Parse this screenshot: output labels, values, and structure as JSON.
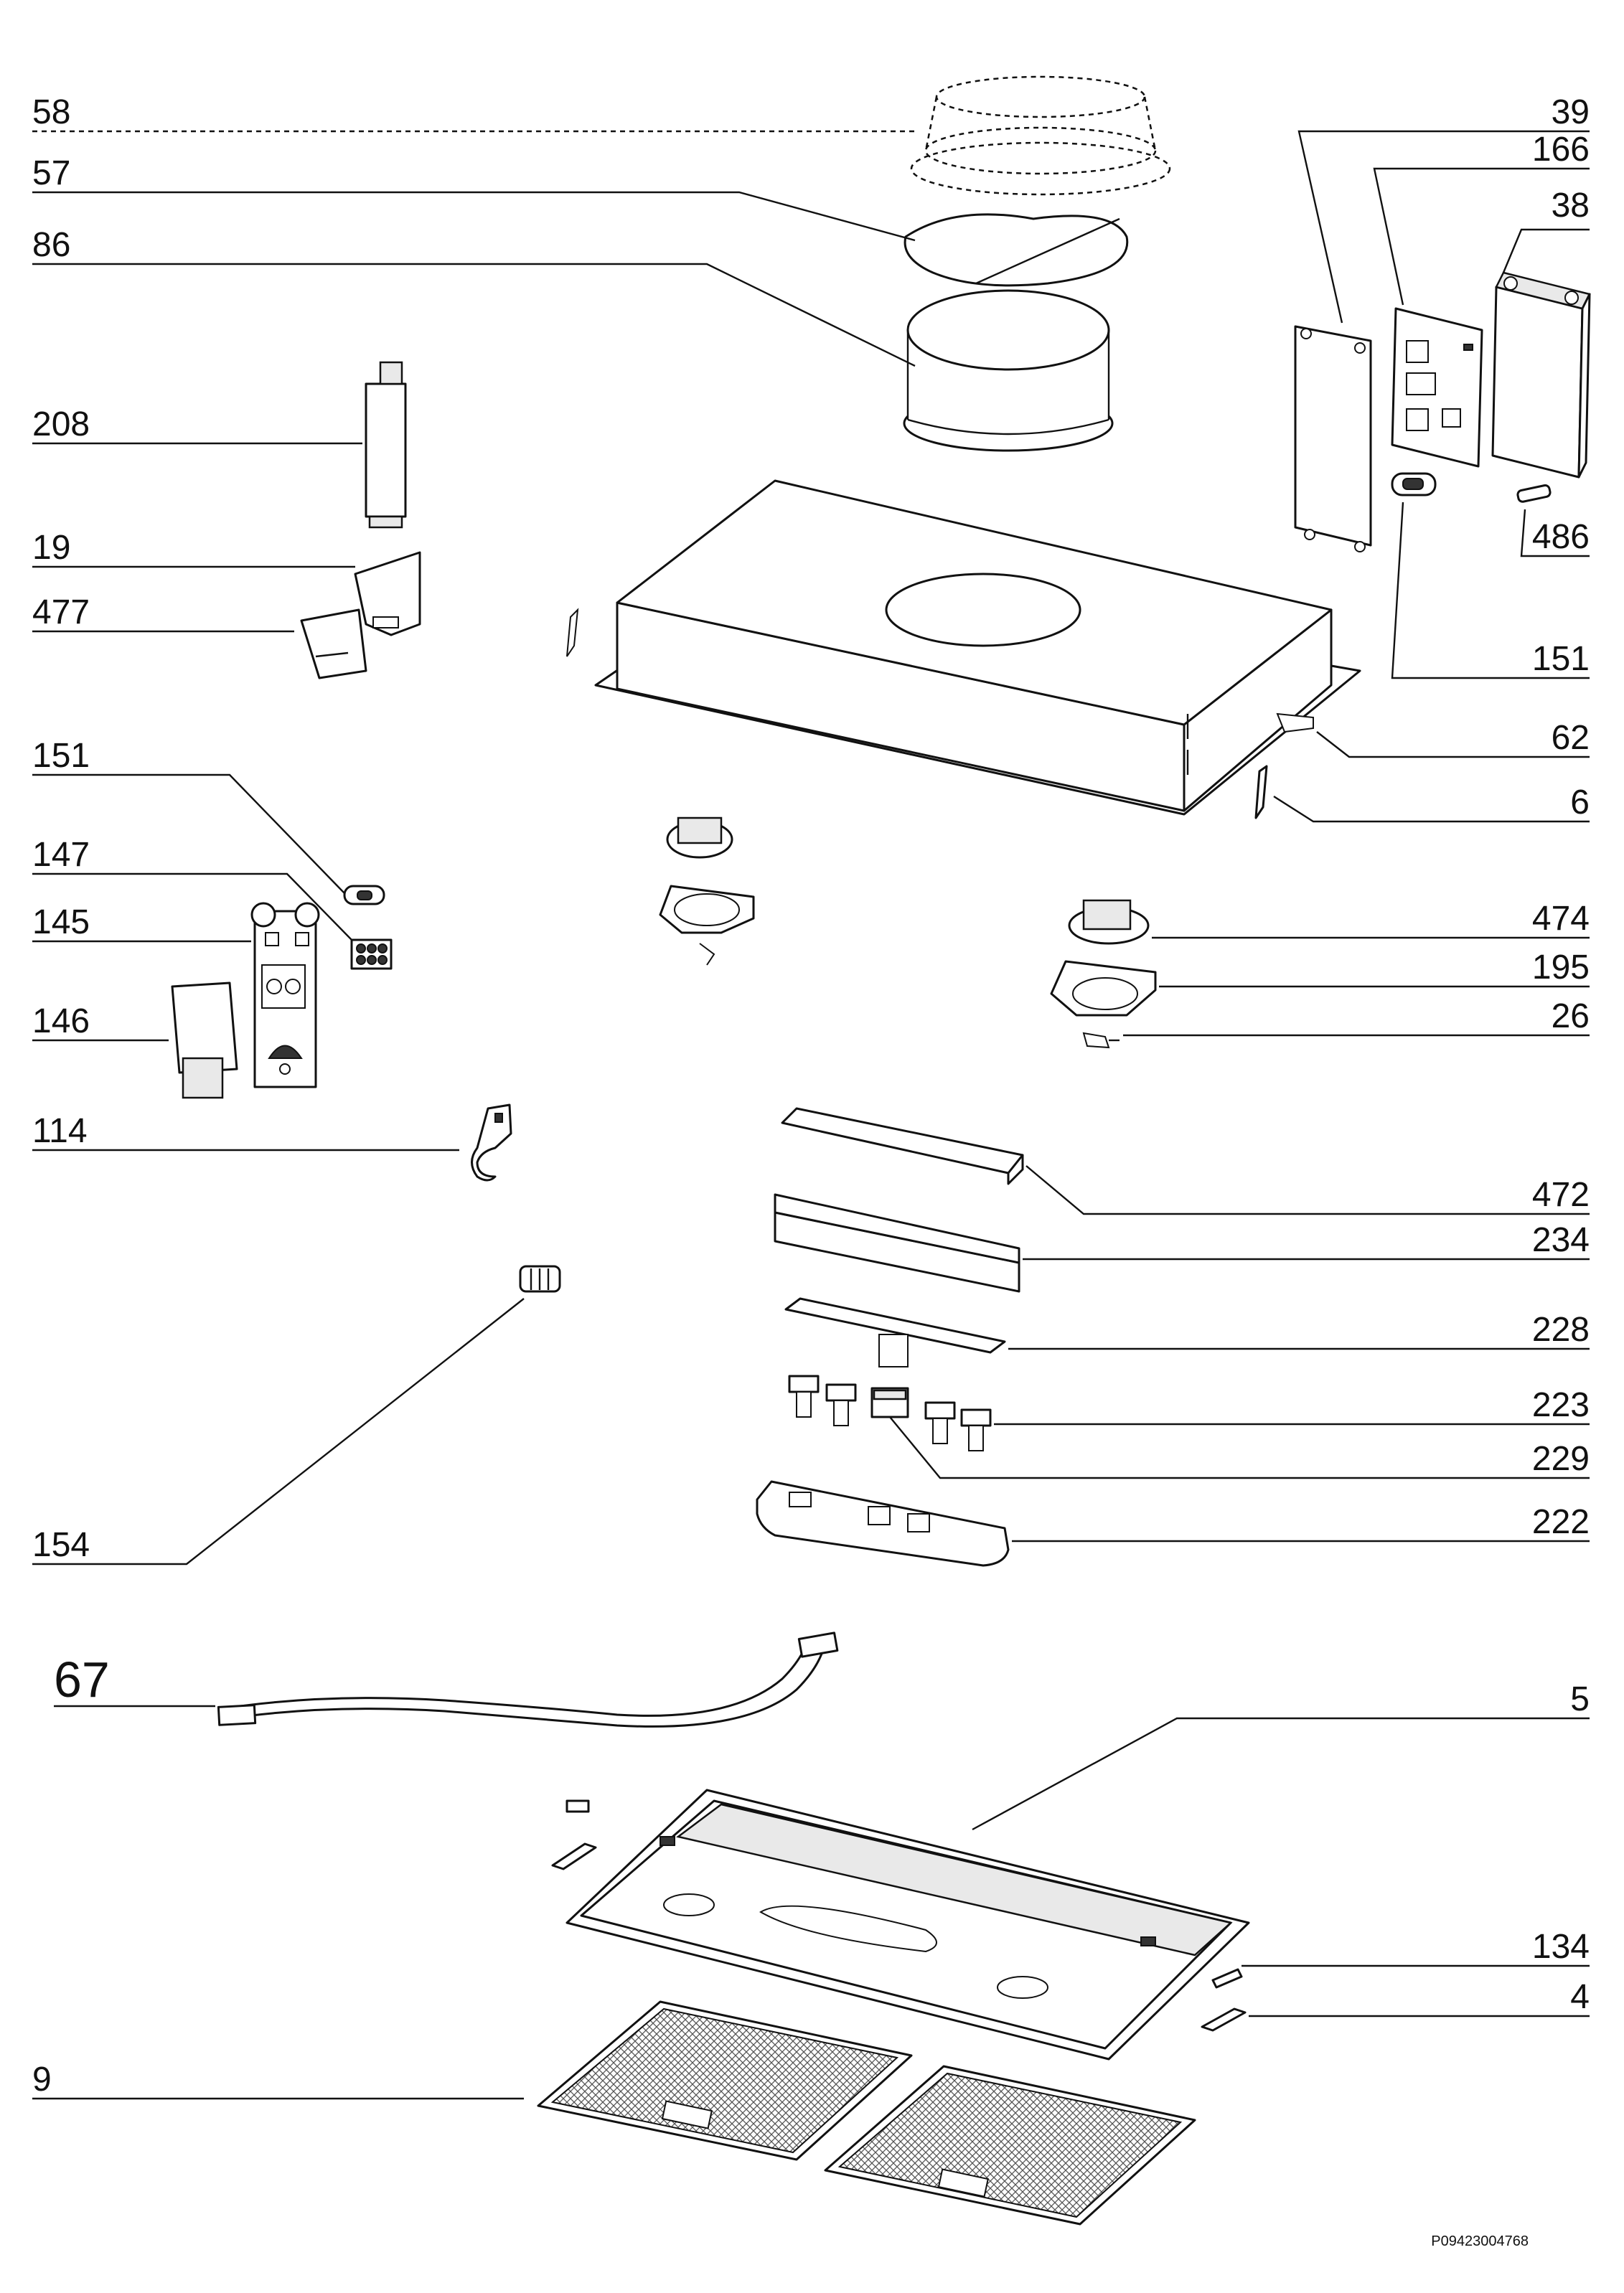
{
  "diagram": {
    "code": "P09423004768",
    "callouts": [
      {
        "id": "58",
        "text": "58"
      },
      {
        "id": "57",
        "text": "57"
      },
      {
        "id": "86",
        "text": "86"
      },
      {
        "id": "208",
        "text": "208"
      },
      {
        "id": "19",
        "text": "19"
      },
      {
        "id": "477",
        "text": "477"
      },
      {
        "id": "151a",
        "text": "151"
      },
      {
        "id": "147",
        "text": "147"
      },
      {
        "id": "145",
        "text": "145"
      },
      {
        "id": "146",
        "text": "146"
      },
      {
        "id": "114",
        "text": "114"
      },
      {
        "id": "154",
        "text": "154"
      },
      {
        "id": "67",
        "text": "67"
      },
      {
        "id": "9",
        "text": "9"
      },
      {
        "id": "39",
        "text": "39"
      },
      {
        "id": "166",
        "text": "166"
      },
      {
        "id": "38",
        "text": "38"
      },
      {
        "id": "486",
        "text": "486"
      },
      {
        "id": "151b",
        "text": "151"
      },
      {
        "id": "62",
        "text": "62"
      },
      {
        "id": "6",
        "text": "6"
      },
      {
        "id": "474",
        "text": "474"
      },
      {
        "id": "195",
        "text": "195"
      },
      {
        "id": "26",
        "text": "26"
      },
      {
        "id": "472",
        "text": "472"
      },
      {
        "id": "234",
        "text": "234"
      },
      {
        "id": "228",
        "text": "228"
      },
      {
        "id": "223",
        "text": "223"
      },
      {
        "id": "229",
        "text": "229"
      },
      {
        "id": "222",
        "text": "222"
      },
      {
        "id": "5",
        "text": "5"
      },
      {
        "id": "134",
        "text": "134"
      },
      {
        "id": "4",
        "text": "4"
      }
    ]
  }
}
